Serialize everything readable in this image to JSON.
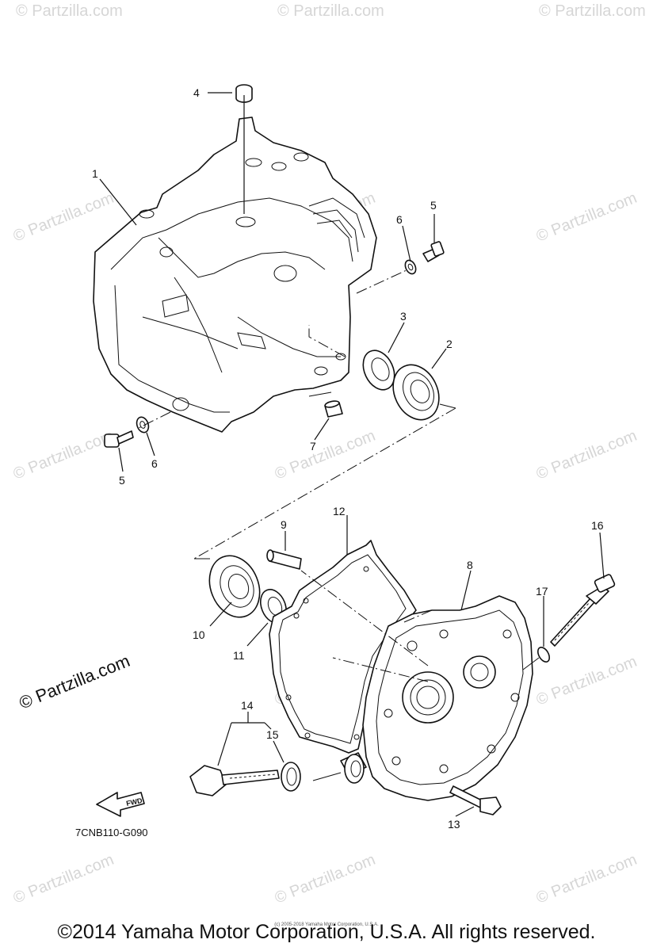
{
  "watermark": "© Partzilla.com",
  "diagram_code": "7CNB110-G090",
  "fwd_label": "FWD",
  "copyright": "©2014 Yamaha Motor Corporation, U.S.A. All rights reserved.",
  "small_print": "(c) 2005-2018 Yamaha Motor Corporation, U.S.A.",
  "callouts": {
    "c1": "1",
    "c2": "2",
    "c3": "3",
    "c4": "4",
    "c5a": "5",
    "c5b": "5",
    "c6a": "6",
    "c6b": "6",
    "c7": "7",
    "c8": "8",
    "c9": "9",
    "c10": "10",
    "c11": "11",
    "c12": "12",
    "c13": "13",
    "c14": "14",
    "c15": "15",
    "c16": "16",
    "c17": "17"
  }
}
